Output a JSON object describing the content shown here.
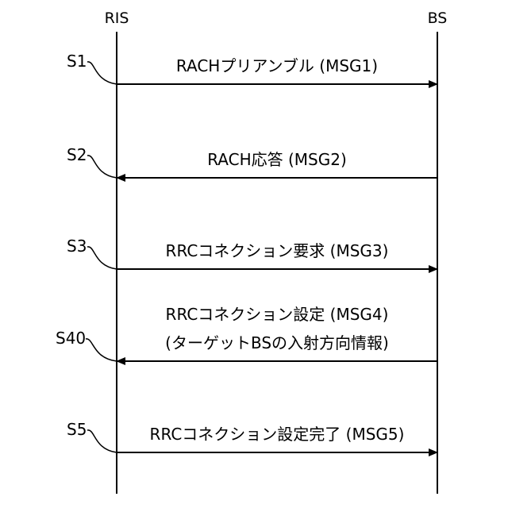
{
  "actors": {
    "left": "RIS",
    "right": "BS"
  },
  "messages": [
    {
      "step": "S1",
      "lines": [
        "RACHプリアンブル (MSG1)"
      ],
      "direction": "to-right"
    },
    {
      "step": "S2",
      "lines": [
        "RACH応答 (MSG2)"
      ],
      "direction": "to-left"
    },
    {
      "step": "S3",
      "lines": [
        "RRCコネクション要求 (MSG3)"
      ],
      "direction": "to-right"
    },
    {
      "step": "S40",
      "lines": [
        "RRCコネクション設定 (MSG4)",
        "(ターゲットBSの入射方向情報)"
      ],
      "direction": "to-left"
    },
    {
      "step": "S5",
      "lines": [
        "RRCコネクション設定完了 (MSG5)"
      ],
      "direction": "to-right"
    }
  ]
}
